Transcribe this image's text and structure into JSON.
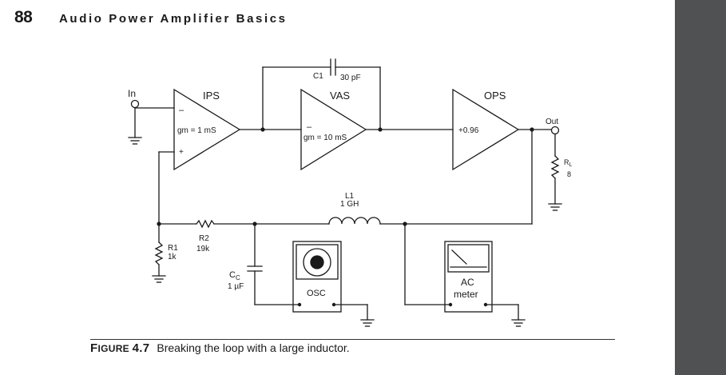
{
  "header": {
    "page_number": "88",
    "running_title": "Audio Power Amplifier Basics"
  },
  "figure": {
    "label_prefix": "F",
    "label_smallcaps": "IGURE",
    "label_number": "4.7",
    "caption": "Breaking the loop with a large inductor.",
    "labels": {
      "in": "In",
      "out": "Out",
      "ips": "IPS",
      "ips_minus": "–",
      "ips_plus": "+",
      "ips_gain": "gm = 1 mS",
      "vas": "VAS",
      "vas_minus": "–",
      "vas_gain": "gm = 10 mS",
      "ops": "OPS",
      "ops_gain": "+0.96",
      "c1_name": "C1",
      "c1_value": "30 pF",
      "l1_name": "L1",
      "l1_value": "1 GH",
      "r1_name": "R1",
      "r1_value": "1k",
      "r2_name": "R2",
      "r2_value": "19k",
      "cc_name": "C",
      "cc_sub": "C",
      "cc_value": "1 µF",
      "rl_name": "R",
      "rl_sub": "L",
      "rl_value": "8",
      "osc": "OSC",
      "meter_line1": "AC",
      "meter_line2": "meter"
    }
  }
}
